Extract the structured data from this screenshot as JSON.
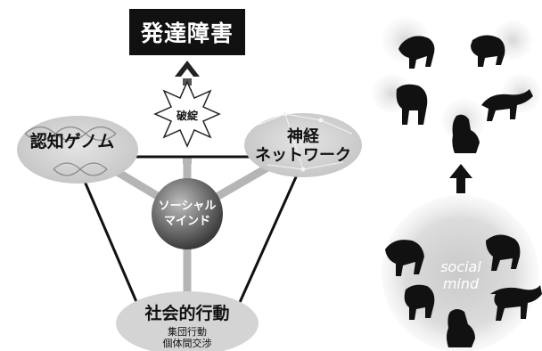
{
  "left_diagram": {
    "title": "発達障害",
    "burst_label": "破綻",
    "node_genome": "認知ゲノム",
    "node_network": {
      "line1": "神経",
      "line2": "ネットワーク"
    },
    "node_social_behavior": "社会的行動",
    "node_social_behavior_sub": {
      "line1": "集団行動",
      "line2": "個体間交渉"
    },
    "center_sphere": {
      "line1": "ソーシャル",
      "line2": "マインド"
    }
  },
  "right_diagram": {
    "inner_label": {
      "line1": "social",
      "line2": "mind"
    }
  },
  "colors": {
    "title_bg": "#111111",
    "ellipse_fill": "#d4d4d4",
    "connector_gray": "#b5b5b5",
    "line_black": "#111111",
    "monkey": "#111111"
  }
}
